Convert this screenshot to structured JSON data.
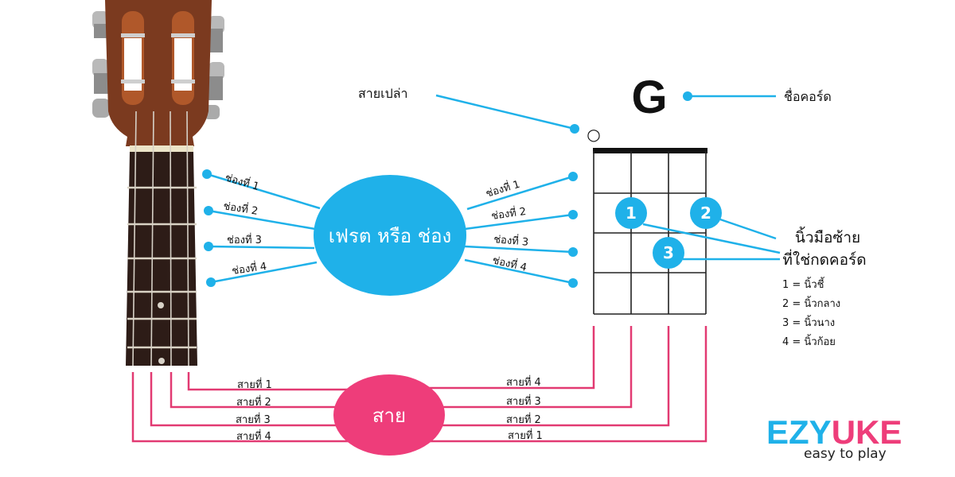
{
  "colors": {
    "blue": "#1fb1e9",
    "pink": "#ee3d7a",
    "pink_line": "#e23a72",
    "wood": "#7b3a1f",
    "fretboard": "#2d1c17",
    "fret": "#d9d2c4",
    "nut": "#ece4c8"
  },
  "labels": {
    "open_string": "สายเปล่า",
    "chord_name_label": "ชื่อคอร์ด",
    "fret_bubble": "เฟรต หรือ ช่อง",
    "string_bubble": "สาย",
    "finger_title_line1": "นิ้วมือซ้าย",
    "finger_title_line2": "ที่ใช่กดคอร์ด"
  },
  "chord": {
    "name": "G",
    "open_strings": [
      "○"
    ],
    "fingers": [
      {
        "number": "1",
        "string": 3,
        "fret": 2
      },
      {
        "number": "2",
        "string": 1,
        "fret": 2
      },
      {
        "number": "3",
        "string": 2,
        "fret": 3
      }
    ]
  },
  "frets_left": [
    "ช่องที่ 1",
    "ช่องที่ 2",
    "ช่องที่ 3",
    "ช่องที่ 4"
  ],
  "frets_right": [
    "ช่องที่ 1",
    "ช่องที่ 2",
    "ช่องที่ 3",
    "ช่องที่ 4"
  ],
  "strings_left": [
    "สายที่ 1",
    "สายที่ 2",
    "สายที่ 3",
    "สายที่ 4"
  ],
  "strings_right": [
    "สายที่ 4",
    "สายที่ 3",
    "สายที่ 2",
    "สายที่ 1"
  ],
  "finger_legend": [
    "1 = นิ้วชี้",
    "2 = นิ้วกลาง",
    "3 = นิ้วนาง",
    "4 = นิ้วก้อย"
  ],
  "logo": {
    "part1": "EZY",
    "part2": "UKE",
    "tagline": "easy to play"
  }
}
